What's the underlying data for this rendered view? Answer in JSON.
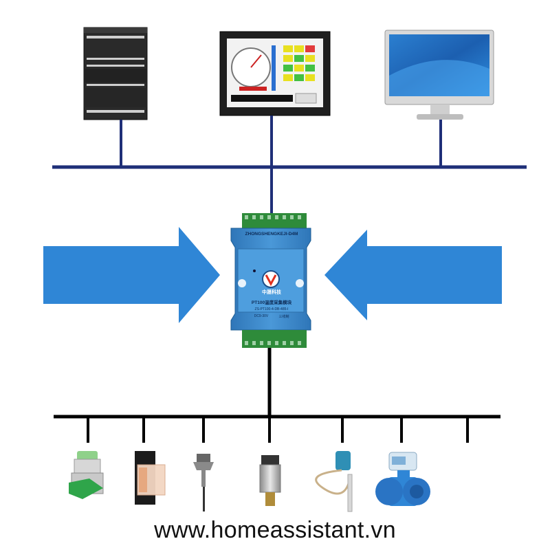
{
  "module": {
    "brand": "ZHONGSHENGKEJI-D4M",
    "logo_text": "中晟科技",
    "model": "PT100温度采集模块",
    "part": "ZS-PT100-4-DB-485-I",
    "power": "DC9-30V",
    "wire": "三线制"
  },
  "website": "www.homeassistant.vn",
  "colors": {
    "bus_top": "#1f2f78",
    "bus_bottom": "#000000",
    "arrow": "#2f86d6",
    "module_body": "#3a86c9",
    "terminal": "#2e8b3a"
  },
  "devices_top": [
    "plc-icon",
    "hmi-touch-panel-icon",
    "desktop-monitor-icon"
  ],
  "devices_bottom": [
    "push-button-switch-icon",
    "relay-icon",
    "temperature-probe-icon",
    "pressure-transmitter-icon",
    "level-sensor-icon",
    "flow-meter-icon",
    "empty-drop"
  ]
}
